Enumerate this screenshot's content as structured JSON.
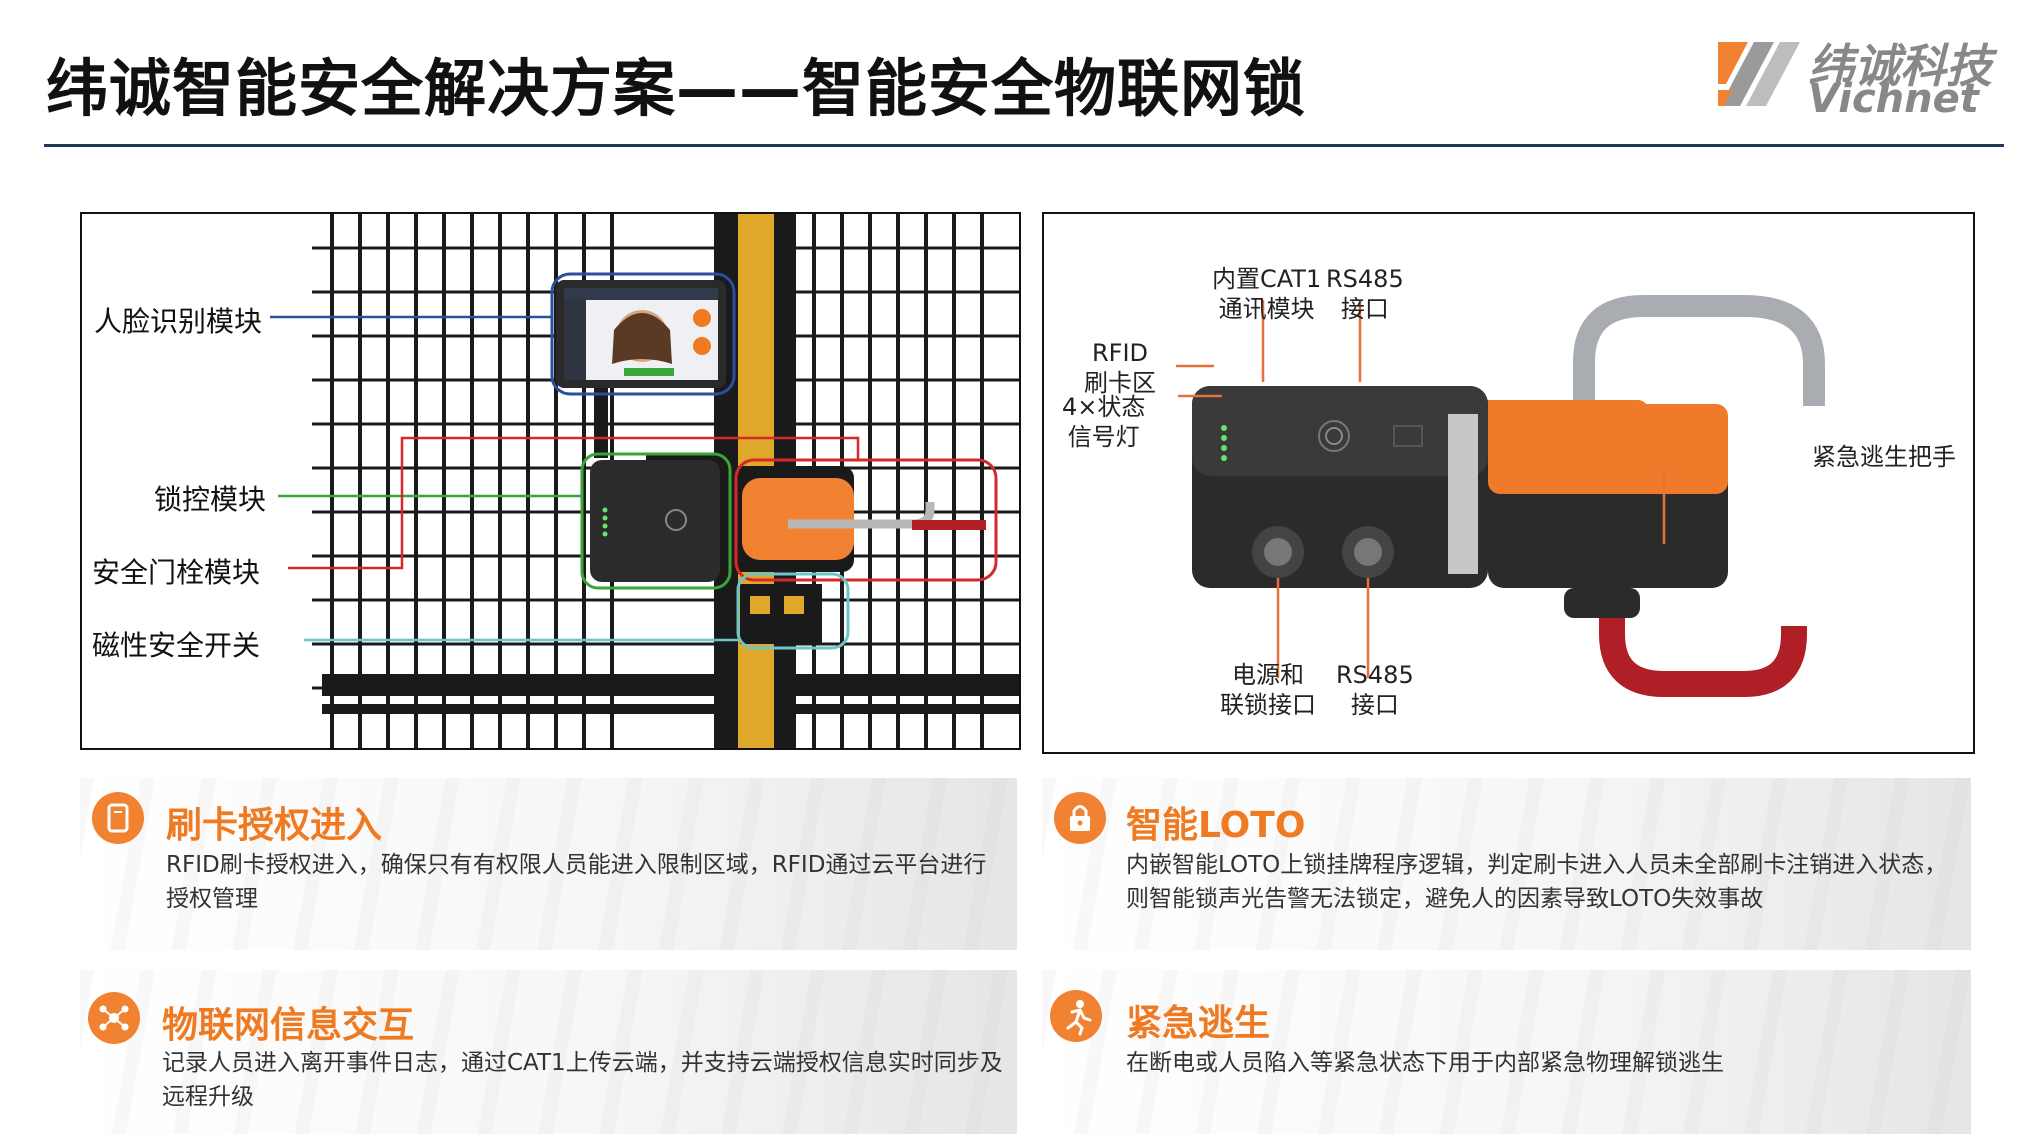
{
  "header": {
    "title": "纬诚智能安全解决方案——智能安全物联网锁",
    "logo_cn": "纬诚科技",
    "logo_en": "Vichnet"
  },
  "left_panel": {
    "labels": {
      "face": "人脸识别模块",
      "lock_control": "锁控模块",
      "gate_bolt": "安全门栓模块",
      "magnetic_switch": "磁性安全开关"
    }
  },
  "right_panel": {
    "callouts": {
      "cat1": [
        "内置CAT1",
        "通讯模块"
      ],
      "rs485_top": [
        "RS485",
        "接口"
      ],
      "rfid": [
        "RFID",
        "刷卡区"
      ],
      "status_lights": [
        "4×状态",
        "信号灯"
      ],
      "escape_handle": "紧急逃生把手",
      "power": [
        "电源和",
        "联锁接口"
      ],
      "rs485_bottom": [
        "RS485",
        "接口"
      ]
    }
  },
  "features": [
    {
      "icon": "card-icon",
      "title": "刷卡授权进入",
      "desc": "RFID刷卡授权进入，确保只有有权限人员能进入限制区域，RFID通过云平台进行授权管理"
    },
    {
      "icon": "padlock-icon",
      "title": "智能LOTO",
      "desc": "内嵌智能LOTO上锁挂牌程序逻辑，判定刷卡进入人员未全部刷卡注销进入状态，则智能锁声光告警无法锁定，避免人的因素导致LOTO失效事故"
    },
    {
      "icon": "network-icon",
      "title": "物联网信息交互",
      "desc": "记录人员进入离开事件日志，通过CAT1上传云端，并支持云端授权信息实时同步及远程升级"
    },
    {
      "icon": "running-person-icon",
      "title": "紧急逃生",
      "desc": "在断电或人员陷入等紧急状态下用于内部紧急物理解锁逃生"
    }
  ],
  "colors": {
    "accent": "#f08232",
    "title_rule": "#1f3b5c",
    "callout_face": "#2b4f9e",
    "callout_lock_control": "#3aa63a",
    "callout_gate_bolt": "#d62828",
    "callout_magnetic": "#6cc6c6",
    "callout_right": "#e8703a"
  }
}
